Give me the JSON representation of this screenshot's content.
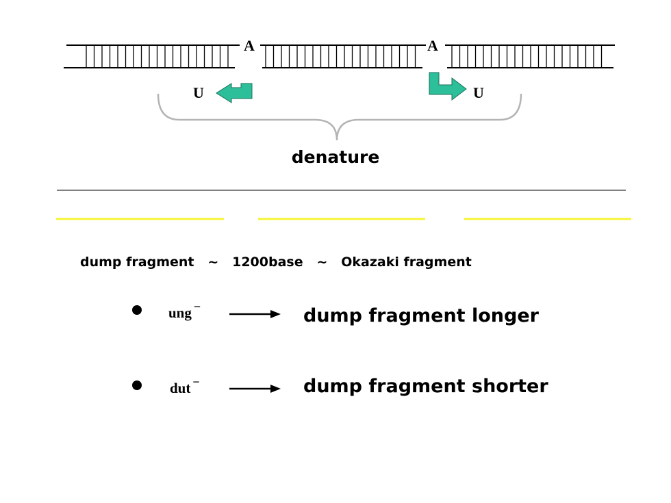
{
  "dna": {
    "site_left_label": "A",
    "site_right_label": "A",
    "uracil_left_label": "U",
    "uracil_right_label": "U",
    "bracket_label": "denature"
  },
  "fragment_note": {
    "text": "dump fragment   ~   1200base   ~   Okazaki fragment"
  },
  "mutants": [
    {
      "gene": "ung",
      "superscript": "−",
      "result": "dump fragment longer"
    },
    {
      "gene": "dut",
      "superscript": "−",
      "result": "dump fragment shorter"
    }
  ],
  "colors": {
    "arrow_fill": "#2dbf99",
    "arrow_stroke": "#1a6f5a",
    "bracket": "#b4b4b4",
    "fragment_line": "#f5f533",
    "divider": "#000000"
  }
}
